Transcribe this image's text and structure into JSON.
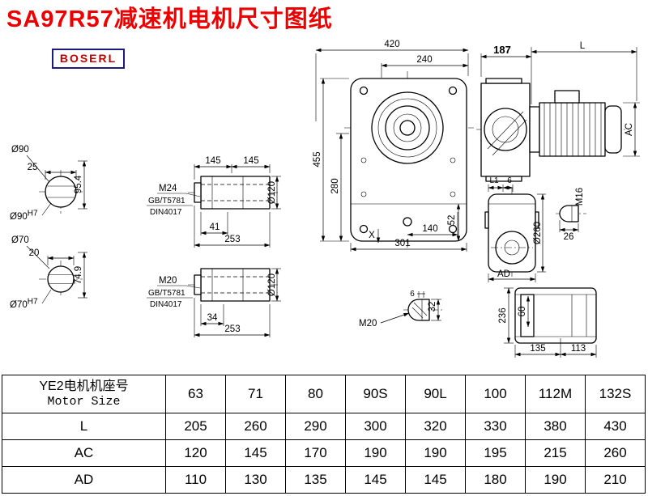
{
  "title": "SA97R57减速机电机尺寸图纸",
  "logo": "BOSERL",
  "dims": {
    "shaft90": {
      "dia": "Ø90",
      "len": "25",
      "h": "95.4",
      "bore": "Ø90",
      "tol": "H7"
    },
    "shaft70": {
      "dia": "Ø70",
      "len": "20",
      "h": "74.9",
      "bore": "Ø70",
      "tol": "H7"
    },
    "hollow_top": {
      "seg1": "145",
      "seg2": "145",
      "dia": "Ø120",
      "thread": "M24",
      "std1": "GB/T5781",
      "std2": "DIN4017",
      "depth": "41",
      "total": "253"
    },
    "hollow_bottom": {
      "dia": "Ø120",
      "thread": "M20",
      "std1": "GB/T5781",
      "std2": "DIN4017",
      "depth": "34",
      "total": "253"
    },
    "front": {
      "w_total": "420",
      "w_inner": "240",
      "h_total": "455",
      "h_inner": "280",
      "h_foot": "52",
      "w_foot": "140",
      "w_base": "301",
      "x_mark": "X"
    },
    "side": {
      "depth": "187",
      "motor_len": "L",
      "motor_dia": "AC"
    },
    "rear": {
      "l1": "L1",
      "n6": "6",
      "dia": "Ø260",
      "ad": "AD",
      "m16": "M16",
      "n26": "26"
    },
    "top": {
      "h": "236",
      "h_inner": "60",
      "w1": "135",
      "w2": "113"
    },
    "plug": {
      "n32": "32",
      "n6": "6",
      "m20": "M20"
    }
  },
  "table": {
    "header_cn": "YE2电机机座号",
    "header_en": "Motor Size",
    "sizes": [
      "63",
      "71",
      "80",
      "90S",
      "90L",
      "100",
      "112M",
      "132S"
    ],
    "rows": [
      {
        "label": "L",
        "values": [
          "205",
          "260",
          "290",
          "300",
          "320",
          "330",
          "380",
          "430"
        ]
      },
      {
        "label": "AC",
        "values": [
          "120",
          "145",
          "170",
          "190",
          "190",
          "195",
          "215",
          "260"
        ]
      },
      {
        "label": "AD",
        "values": [
          "110",
          "130",
          "135",
          "145",
          "145",
          "180",
          "190",
          "210"
        ]
      }
    ]
  }
}
